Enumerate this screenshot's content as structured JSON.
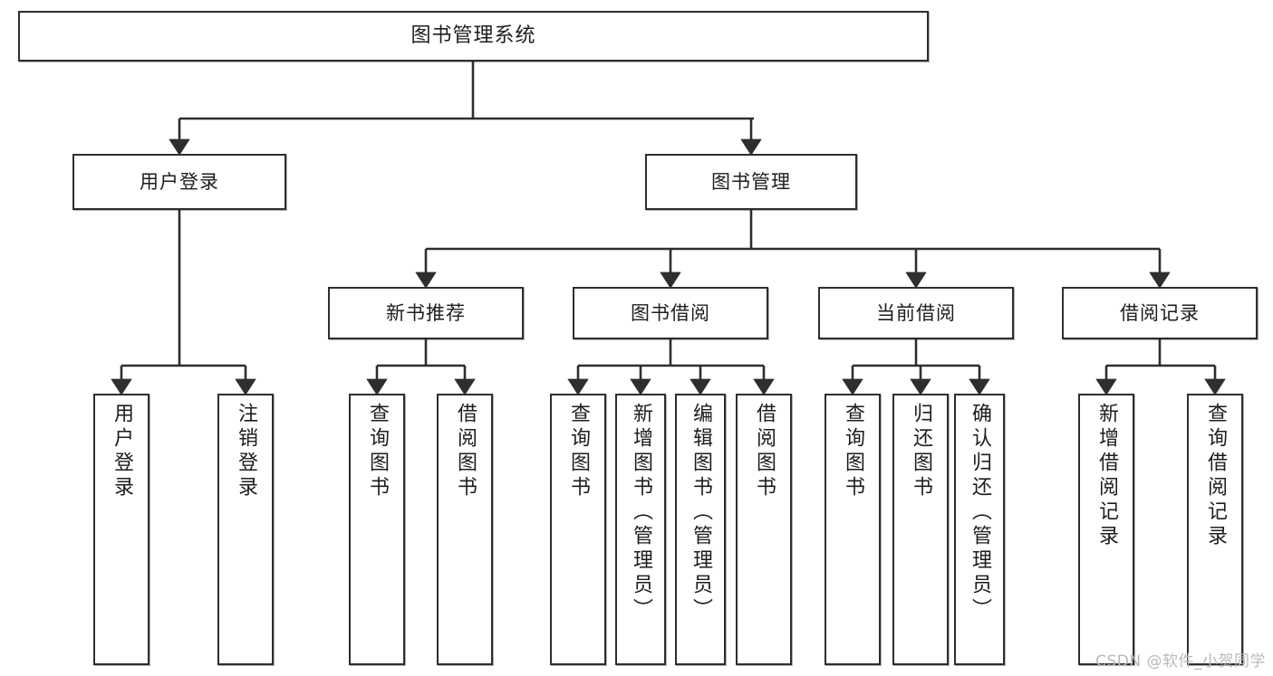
{
  "diagram": {
    "title": "图书管理系统",
    "type": "tree-hierarchy-chart",
    "colors": {
      "stroke": "#2e2e2e",
      "fill": "#ffffff",
      "text": "#1d1d1d",
      "watermark": "#b9b9b9"
    },
    "root": {
      "label": "图书管理系统"
    },
    "level2": [
      {
        "label": "用户登录"
      },
      {
        "label": "图书管理"
      }
    ],
    "level3": [
      {
        "label": "新书推荐"
      },
      {
        "label": "图书借阅"
      },
      {
        "label": "当前借阅"
      },
      {
        "label": "借阅记录"
      }
    ],
    "leaves": [
      {
        "label": "用户登录",
        "parent": "用户登录"
      },
      {
        "label": "注销登录",
        "parent": "用户登录"
      },
      {
        "label": "查询图书",
        "parent": "新书推荐"
      },
      {
        "label": "借阅图书",
        "parent": "新书推荐"
      },
      {
        "label": "查询图书",
        "parent": "图书借阅"
      },
      {
        "label": "新增图书（管理员）",
        "parent": "图书借阅"
      },
      {
        "label": "编辑图书（管理员）",
        "parent": "图书借阅"
      },
      {
        "label": "借阅图书",
        "parent": "图书借阅"
      },
      {
        "label": "查询图书",
        "parent": "当前借阅"
      },
      {
        "label": "归还图书",
        "parent": "当前借阅"
      },
      {
        "label": "确认归还（管理员）",
        "parent": "当前借阅"
      },
      {
        "label": "新增借阅记录",
        "parent": "借阅记录"
      },
      {
        "label": "查询借阅记录",
        "parent": "借阅记录"
      }
    ]
  },
  "watermark": {
    "text": "CSDN @软件_小贺同学"
  }
}
